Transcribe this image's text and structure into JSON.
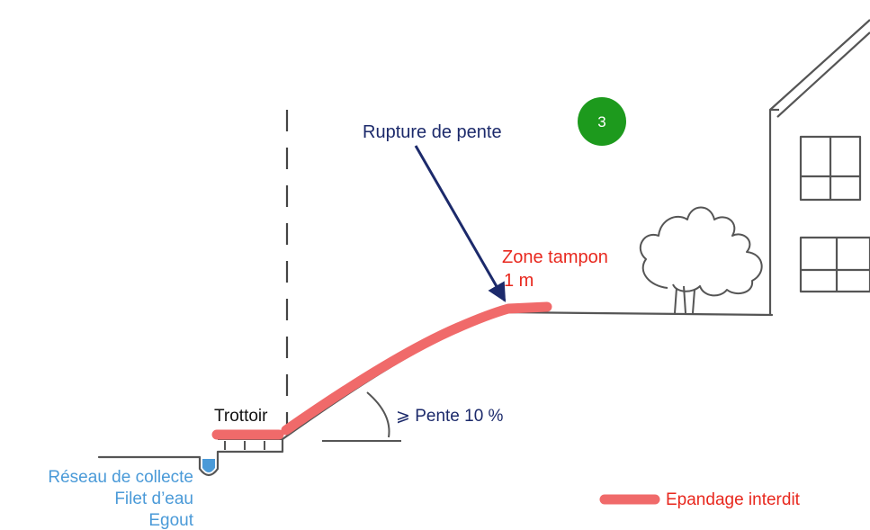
{
  "badge": {
    "number": "3"
  },
  "labels": {
    "rupture": "Rupture de pente",
    "zone_tampon_line1": "Zone tampon",
    "zone_tampon_line2": "1 m",
    "trottoir": "Trottoir",
    "pente": "⩾ Pente 10 %",
    "reseau_line1": "Réseau de collecte",
    "reseau_line2": "Filet d’eau",
    "reseau_line3": "Egout"
  },
  "legend": {
    "label": "Epandage interdit"
  },
  "colors": {
    "sketch": "#555555",
    "forbidden": "#f06a6a",
    "forbidden_text": "#e8281e",
    "navy": "#1c2a6b",
    "water": "#4a9ad8",
    "badge": "#1d9a1d"
  }
}
